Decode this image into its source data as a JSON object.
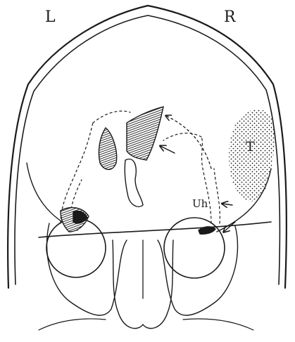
{
  "labels": {
    "left": "L",
    "right": "R",
    "tumor": "T",
    "uh": "Uh"
  },
  "colors": {
    "ink": "#1a1a1a",
    "paper": "#ffffff"
  }
}
